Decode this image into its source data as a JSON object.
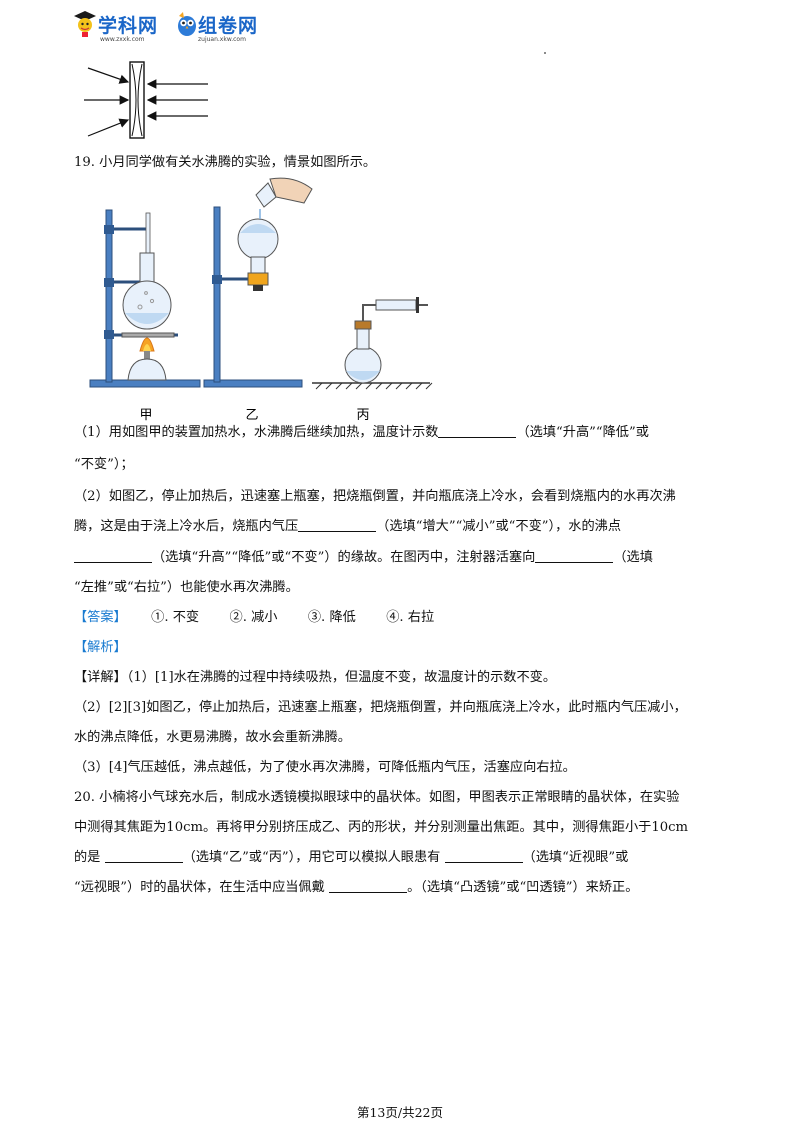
{
  "header": {
    "logo1": {
      "name": "学科网",
      "url_text": "www.zxxk.com"
    },
    "logo2": {
      "name": "组卷网",
      "url_text": "zujuan.xkw.com"
    }
  },
  "figure_labels": [
    "甲",
    "乙",
    "丙"
  ],
  "q19": {
    "stem": "19. 小月同学做有关水沸腾的实验，情景如图所示。",
    "p1a": "（1）用如图甲的装置加热水，水沸腾后继续加热，温度计示数",
    "p1b": "（选填“升高”“降低”或",
    "p1c": "“不变”）；",
    "p2a": "（2）如图乙，停止加热后，迅速塞上瓶塞，把烧瓶倒置，并向瓶底浇上冷水，会看到烧瓶内的水再次沸",
    "p2b1": "腾，这是由于浇上冷水后，烧瓶内气压",
    "p2b2": "（选填“增大”“减小”或“不变”），水的沸点",
    "p2c1": "（选填“升高”“降低”或“不变”）的缘故。在图丙中，注射器活塞向",
    "p2c2": "（选填",
    "p2d": "“左推”或“右拉”）也能使水再次沸腾。",
    "answer_tag": "【答案】",
    "answers": [
      "①. 不变",
      "②. 减小",
      "③. 降低",
      "④. 右拉"
    ],
    "analysis_tag": "【解析】",
    "detail1": "【详解】（1）[1]水在沸腾的过程中持续吸热，但温度不变，故温度计的示数不变。",
    "detail2a": "（2）[2][3]如图乙，停止加热后，迅速塞上瓶塞，把烧瓶倒置，并向瓶底浇上冷水，此时瓶内气压减小，",
    "detail2b": "水的沸点降低，水更易沸腾，故水会重新沸腾。",
    "detail3": "（3）[4]气压越低，沸点越低，为了使水再次沸腾，可降低瓶内气压，活塞应向右拉。"
  },
  "q20": {
    "l1": "20. 小楠将小气球充水后，制成水透镜模拟眼球中的晶状体。如图，甲图表示正常眼睛的晶状体，在实验",
    "l2": "中测得其焦距为10cm。再将甲分别挤压成乙、丙的形状，并分别测量出焦距。其中，测得焦距小于10cm",
    "l3a": "的是 ",
    "l3b": "（选填“乙”或“丙”），用它可以模拟人眼患有 ",
    "l3c": "（选填“近视眼”或",
    "l4a": "“远视眼”）时的晶状体，在生活中应当佩戴 ",
    "l4b": "。（选填“凸透镜”或“凹透镜”）来矫正。"
  },
  "footer": "第13页/共22页"
}
